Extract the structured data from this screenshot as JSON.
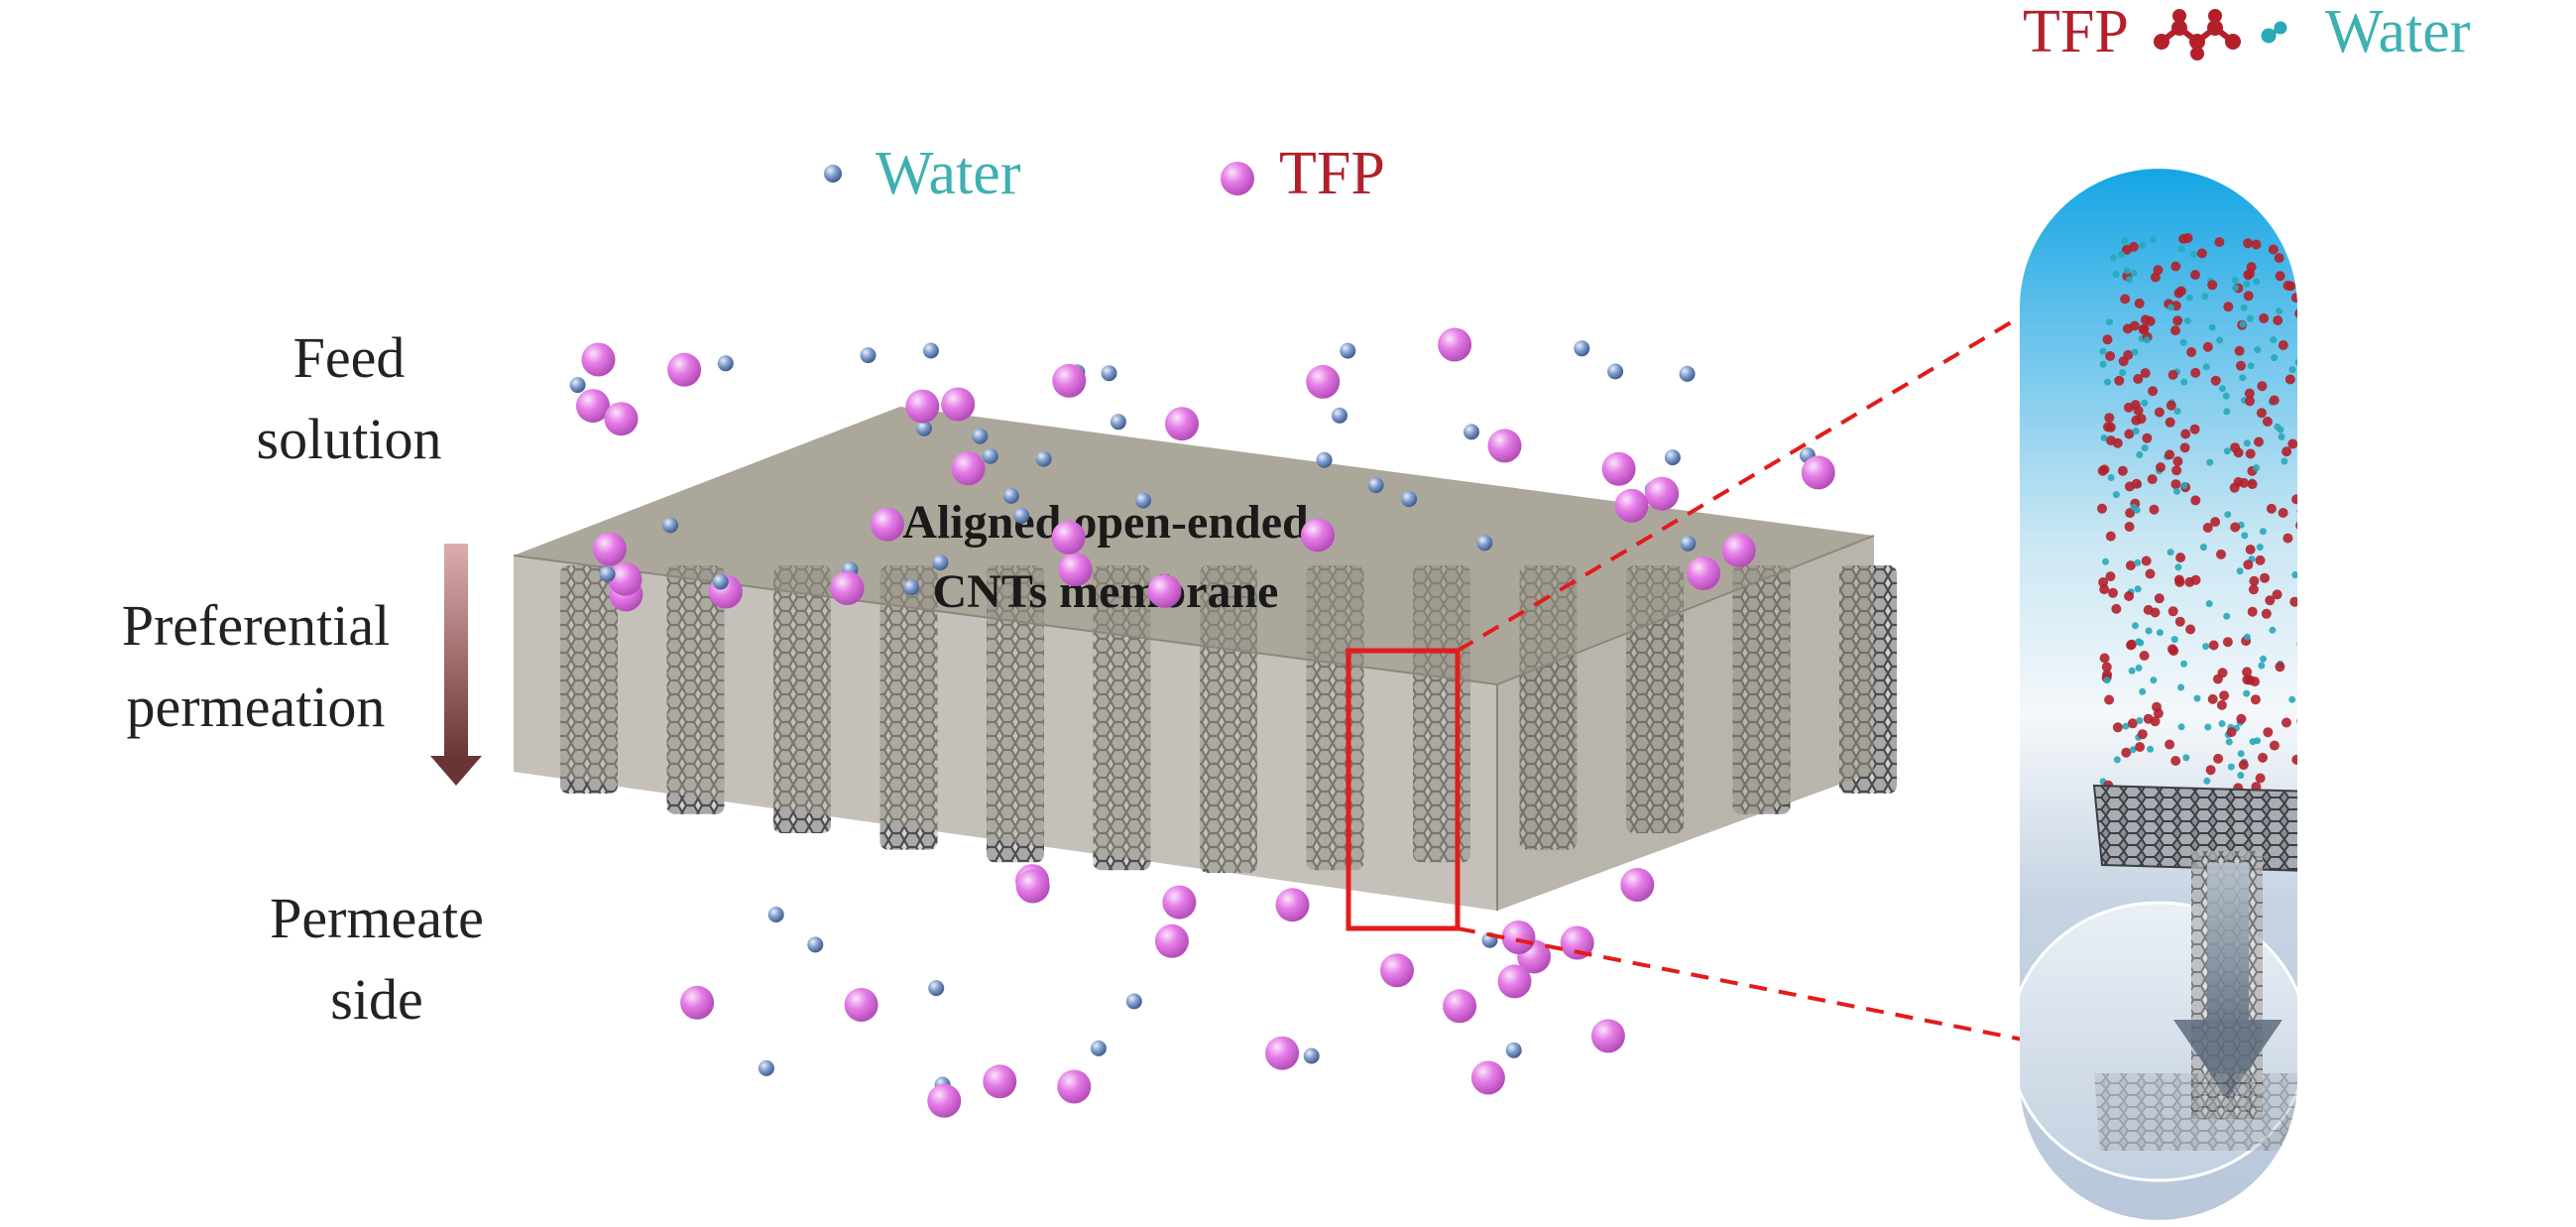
{
  "legend_left": {
    "water_label": "Water",
    "tfp_label": "TFP"
  },
  "legend_right": {
    "tfp_label": "TFP",
    "water_label": "Water"
  },
  "side_labels": {
    "feed_line1": "Feed",
    "feed_line2": "solution",
    "pref_line1": "Preferential",
    "pref_line2": "permeation",
    "permeate_line1": "Permeate",
    "permeate_line2": "side"
  },
  "membrane": {
    "title_line1": "Aligned open-ended",
    "title_line2": "CNTs membrane",
    "tube_count": 13
  },
  "colors": {
    "water_text": "#3fb0b2",
    "tfp_text": "#b41f2b",
    "tfp_sphere": "#e47be6",
    "water_sphere": "#6f8fc2",
    "zoom_box": "#e31b1b",
    "arrow_top": "#d9a5a5",
    "arrow_bottom": "#6b3434",
    "capsule_top": "#16a6e3",
    "tfp_molecule": "#b3202a",
    "water_molecule": "#27a9b8",
    "cnt_gray": "#3a3a3a"
  }
}
